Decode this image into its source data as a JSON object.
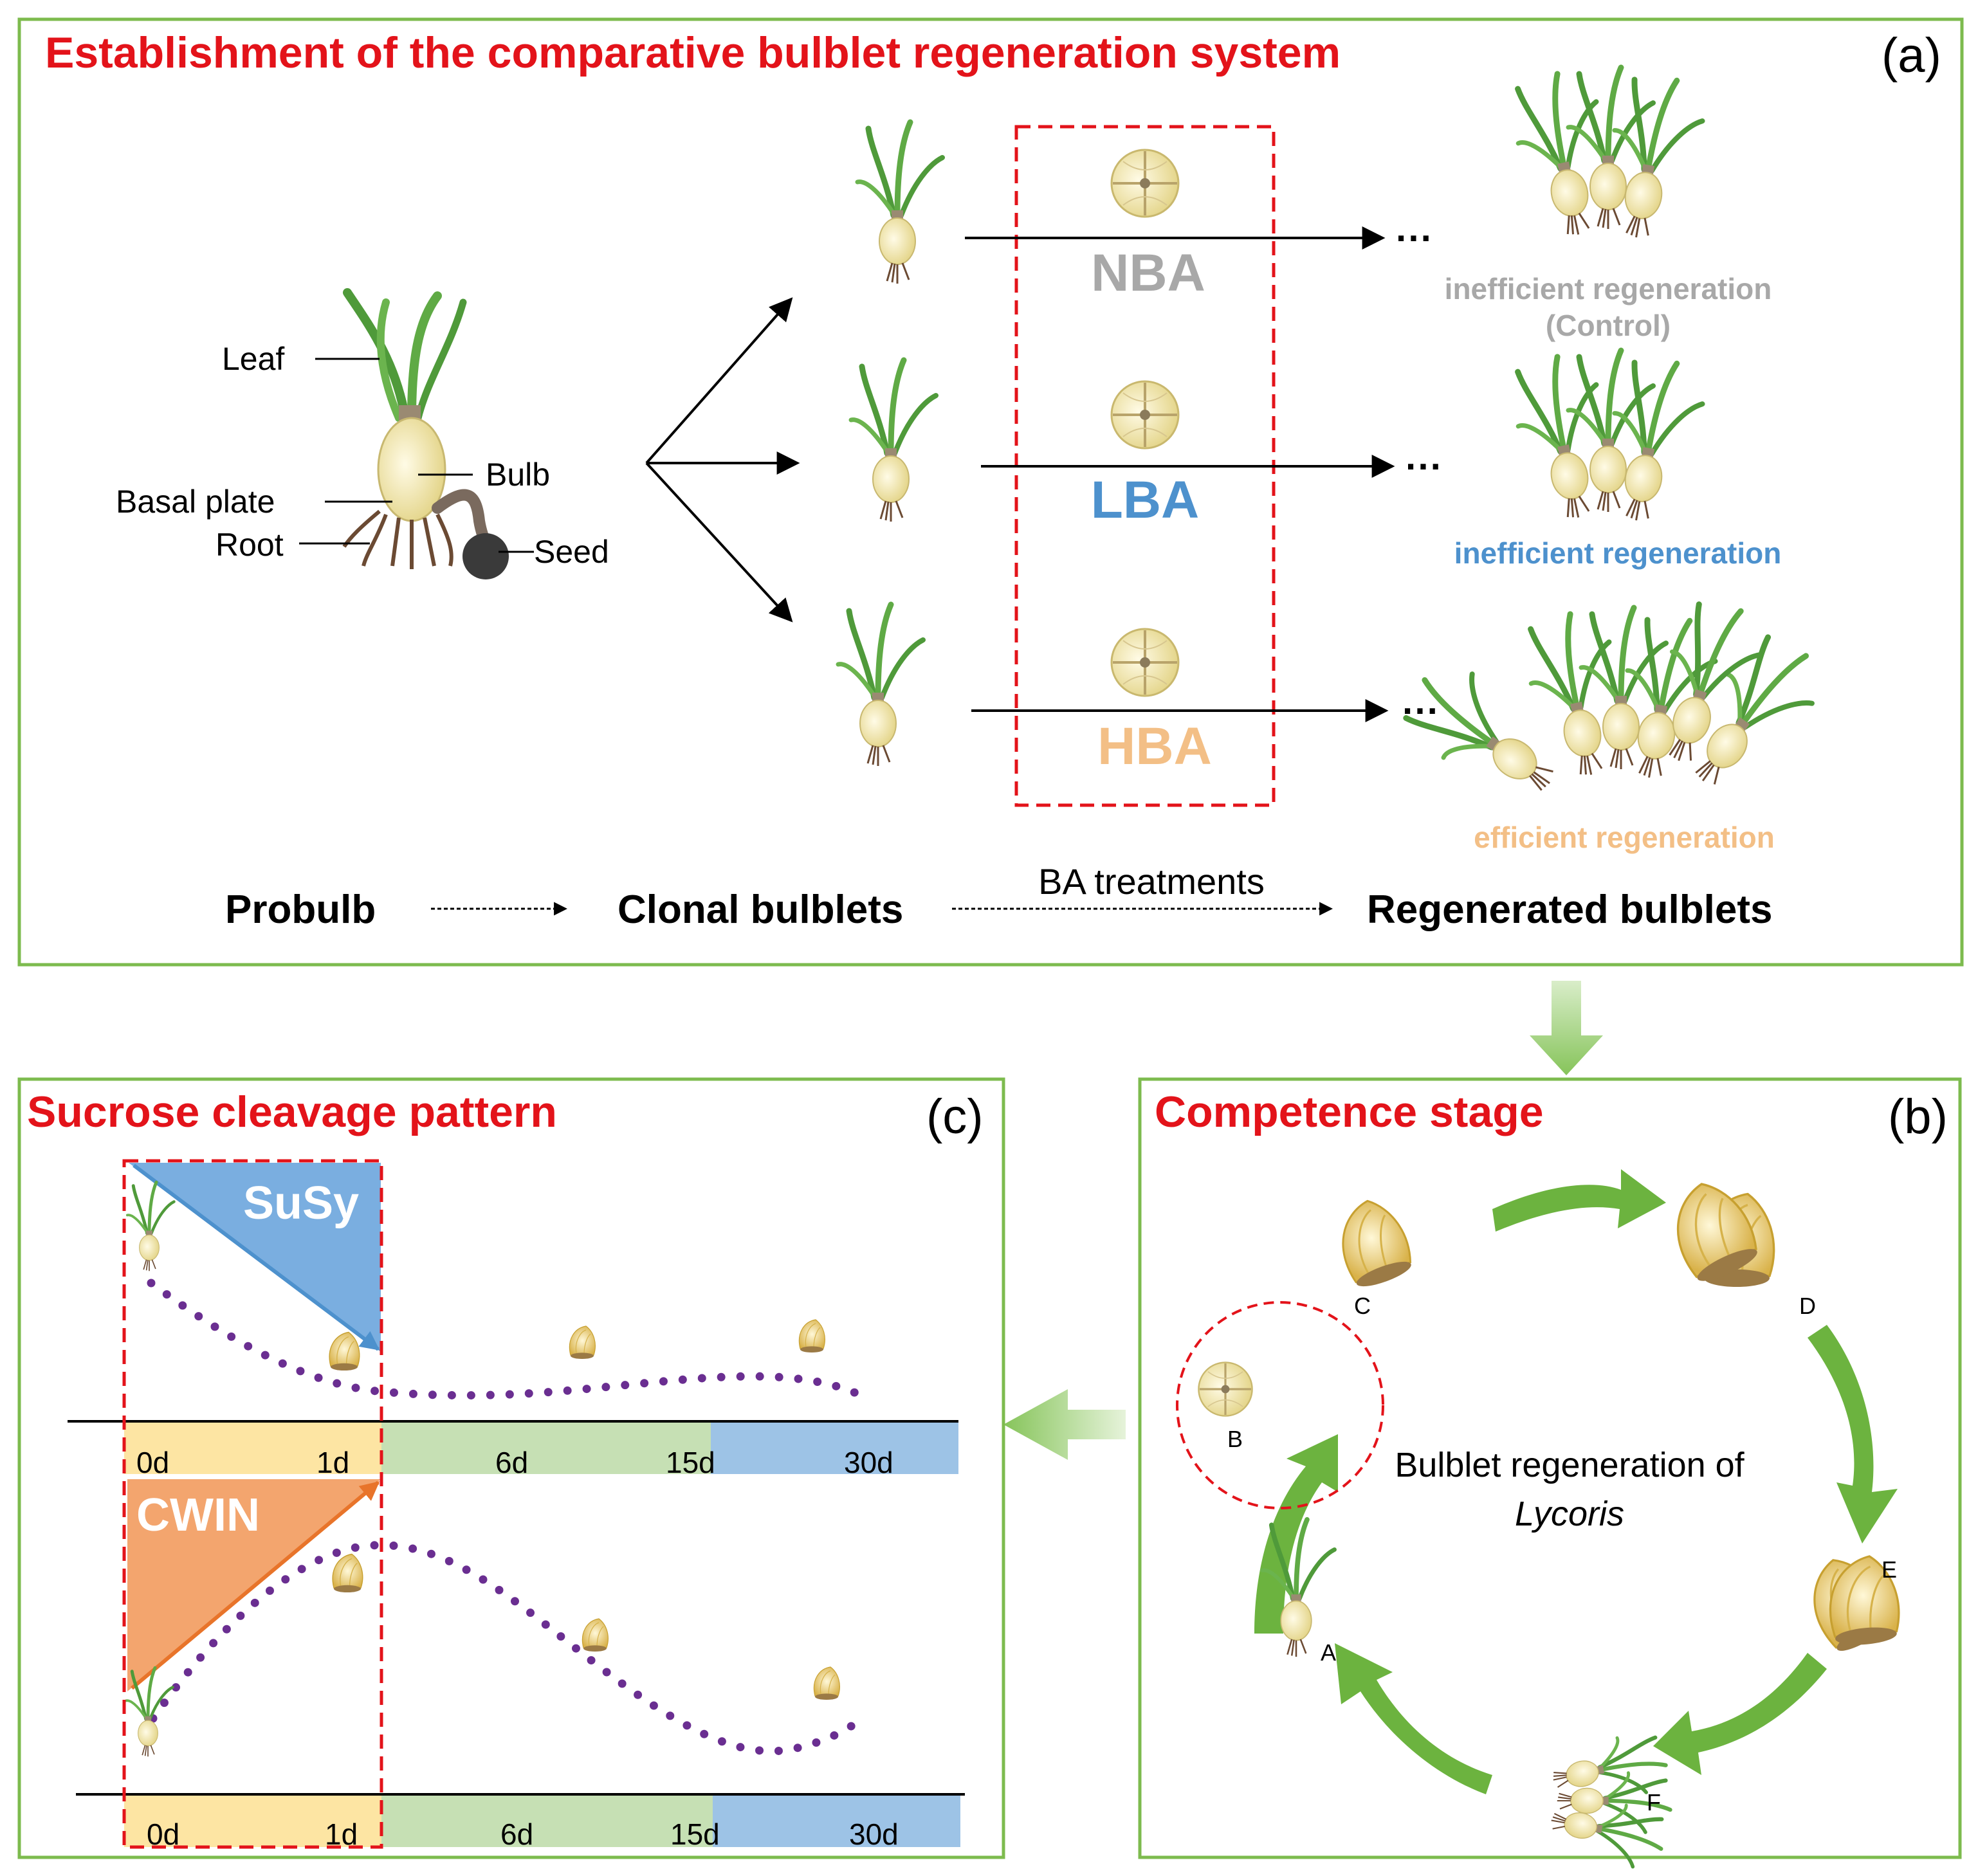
{
  "colors": {
    "panel_border": "#7dbb4e",
    "title_red": "#e3131a",
    "nba_gray": "#a8a8a8",
    "lba_blue": "#4d91cd",
    "hba_orange": "#f3bf86",
    "susy_blue": "#7aaee0",
    "cwin_orange": "#f3a56e",
    "dots_purple": "#6a2e91",
    "band_yellow": "#fde5a3",
    "band_green": "#c6e0b4",
    "band_blue": "#9dc3e6",
    "arrow_green": "#6cb33f",
    "leaf_green": "#4f9a3a",
    "bulb_cream": "#f4ecbf"
  },
  "panel_a": {
    "title": "Establishment of the comparative bulblet regeneration system",
    "tag": "(a)",
    "probulb_labels": {
      "leaf": "Leaf",
      "bulb": "Bulb",
      "basal_plate": "Basal plate",
      "root": "Root",
      "seed": "Seed"
    },
    "treatments": [
      {
        "code": "NBA",
        "result_line1": "inefficient regeneration",
        "result_line2": "(Control)"
      },
      {
        "code": "LBA",
        "result_line1": "inefficient regeneration",
        "result_line2": ""
      },
      {
        "code": "HBA",
        "result_line1": "efficient regeneration",
        "result_line2": ""
      }
    ],
    "ellipsis": "···",
    "flow": {
      "probulb": "Probulb",
      "clonal": "Clonal bulblets",
      "ba_treatments": "BA treatments",
      "regenerated": "Regenerated bulblets"
    }
  },
  "panel_b": {
    "title": "Competence stage",
    "tag": "(b)",
    "center_line1": "Bulblet regeneration of",
    "center_line2": "Lycoris",
    "stages": [
      "A",
      "B",
      "C",
      "D",
      "E",
      "F"
    ]
  },
  "panel_c": {
    "title": "Sucrose cleavage pattern",
    "tag": "(c)",
    "susy_label": "SuSy",
    "cwin_label": "CWIN",
    "timeline_top": [
      "0d",
      "1d",
      "6d",
      "15d",
      "30d"
    ],
    "timeline_bottom": [
      "0d",
      "1d",
      "6d",
      "15d",
      "30d"
    ]
  }
}
